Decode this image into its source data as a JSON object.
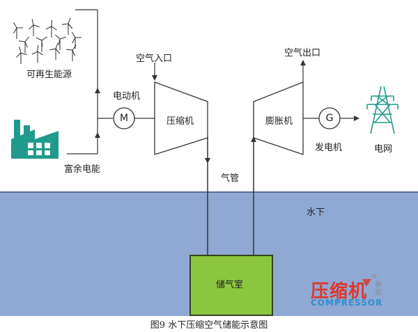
{
  "colors": {
    "water": "#8fa9d4",
    "water_edge": "#5b6e91",
    "chamber": "#8cc63f",
    "chamber_edge": "#33401d",
    "line": "#333333",
    "icon_teal": "#1f9a8c",
    "watermark_red": "#e0362b",
    "watermark_blue": "#2f8fd0"
  },
  "labels": {
    "renewable": "可再生能源",
    "surplus_power": "富余电能",
    "motor": "电动机",
    "motor_symbol": "M",
    "compressor": "压缩机",
    "air_inlet": "空气入口",
    "air_pipe": "气管",
    "expander": "膨胀机",
    "air_outlet": "空气出口",
    "generator_symbol": "G",
    "generator": "发电机",
    "grid": "电网",
    "underwater": "水下",
    "storage_chamber": "储气室"
  },
  "caption": "图9  水下压缩空气储能示意图",
  "watermark": {
    "chinese": "压缩机",
    "english": "COMPRESSOR",
    "side": "杂志",
    "reg": "®"
  },
  "icons": {
    "renewable": "wind-turbine-icon",
    "surplus": "factory-icon",
    "grid": "power-tower-icon"
  }
}
